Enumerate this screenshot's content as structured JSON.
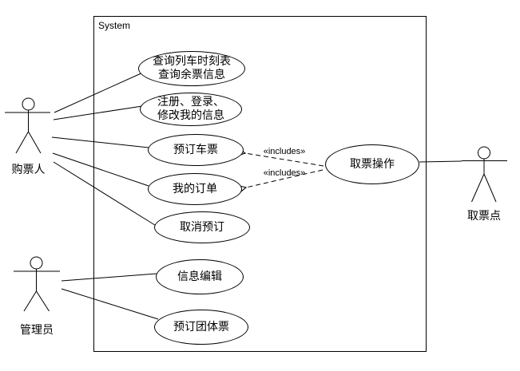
{
  "diagram": {
    "boundary": {
      "title": "System"
    },
    "use_cases": {
      "query_schedule": {
        "line1": "查询列车时刻表",
        "line2": "查询余票信息"
      },
      "register_login": {
        "line1": "注册、登录、",
        "line2": "修改我的信息"
      },
      "book_ticket": {
        "label": "预订车票"
      },
      "my_orders": {
        "label": "我的订单"
      },
      "cancel_booking": {
        "label": "取消预订"
      },
      "edit_info": {
        "label": "信息编辑"
      },
      "book_group_ticket": {
        "label": "预订团体票"
      },
      "ticket_pickup": {
        "label": "取票操作"
      }
    },
    "actors": {
      "buyer": {
        "label": "购票人"
      },
      "admin": {
        "label": "管理员"
      },
      "pickup_point": {
        "label": "取票点"
      }
    },
    "stereotypes": {
      "include": "«includes»"
    },
    "edges": {
      "associations": [
        {
          "from": "buyer",
          "to": "query_schedule"
        },
        {
          "from": "buyer",
          "to": "register_login"
        },
        {
          "from": "buyer",
          "to": "book_ticket"
        },
        {
          "from": "buyer",
          "to": "my_orders"
        },
        {
          "from": "buyer",
          "to": "cancel_booking"
        },
        {
          "from": "admin",
          "to": "edit_info"
        },
        {
          "from": "admin",
          "to": "book_group_ticket"
        },
        {
          "from": "ticket_pickup",
          "to": "pickup_point"
        }
      ],
      "includes": [
        {
          "from": "ticket_pickup",
          "to": "book_ticket"
        },
        {
          "from": "ticket_pickup",
          "to": "my_orders"
        }
      ]
    },
    "colors": {
      "line": "#000000",
      "background": "#ffffff"
    }
  }
}
